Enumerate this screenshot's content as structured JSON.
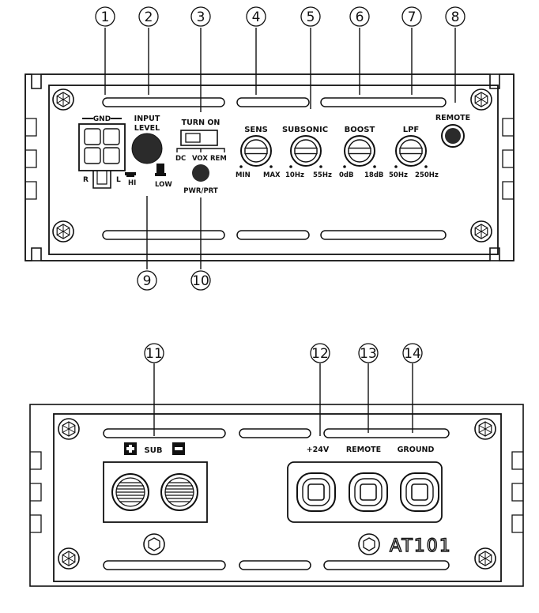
{
  "callouts": [
    "1",
    "2",
    "3",
    "4",
    "5",
    "6",
    "7",
    "8",
    "9",
    "10",
    "11",
    "12",
    "13",
    "14"
  ],
  "top_panel": {
    "gnd": "GND",
    "input_level": [
      "INPUT",
      "LEVEL"
    ],
    "r": "R",
    "l": "L",
    "hi": "HI",
    "low": "LOW",
    "turn_on": "TURN ON",
    "dc": "DC",
    "vox": "VOX",
    "rem": "REM",
    "pwr_prt": "PWR/PRT",
    "remote": "REMOTE",
    "knobs": [
      {
        "label": "SENS",
        "min": "MIN",
        "max": "MAX"
      },
      {
        "label": "SUBSONIC",
        "min": "10Hz",
        "max": "55Hz"
      },
      {
        "label": "BOOST",
        "min": "0dB",
        "max": "18dB"
      },
      {
        "label": "LPF",
        "min": "50Hz",
        "max": "250Hz"
      }
    ]
  },
  "bottom_panel": {
    "sub": "SUB",
    "plus": "+24V",
    "remote": "REMOTE",
    "ground": "GROUND",
    "model": "AT101"
  }
}
